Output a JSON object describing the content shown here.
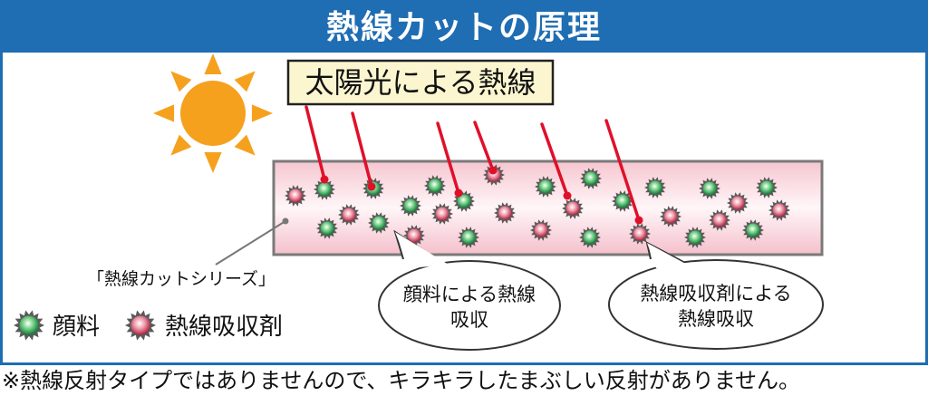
{
  "title": "熱線カットの原理",
  "sunlight_label": "太陽光による熱線",
  "film_label": "「熱線カットシリーズ」",
  "legend": {
    "pigment": "顔料",
    "absorber": "熱線吸収剤"
  },
  "callouts": {
    "pigment_absorption": [
      "顔料による熱線",
      "吸収"
    ],
    "absorber_absorption": [
      "熱線吸収剤による",
      "熱線吸収"
    ]
  },
  "footnote": "※熱線反射タイプではありませんので、キラキラしたまぶしい反射がありません。",
  "icons": [
    "sun-icon",
    "pigment-particle-icon",
    "absorber-particle-icon"
  ],
  "colors": {
    "header": "#1f6db3",
    "sun": "#f5a11e",
    "ray": "#e0102a",
    "film_border": "#7a7a7a",
    "film_fill": "#fbe0e6",
    "label_box": "#fbf6d0",
    "pigment": "#1e9e4a",
    "absorber": "#d3365a"
  }
}
